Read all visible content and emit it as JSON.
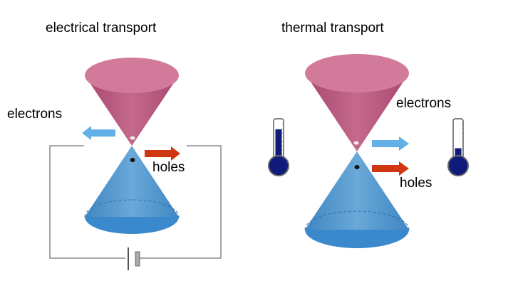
{
  "panels": {
    "electrical": {
      "title": "electrical transport",
      "electrons_label": "electrons",
      "holes_label": "holes"
    },
    "thermal": {
      "title": "thermal transport",
      "electrons_label": "electrons",
      "holes_label": "holes"
    }
  },
  "thermometers": {
    "hot_level": 0.78,
    "cold_level": 0.32
  },
  "colors": {
    "upper_cone": "#c86a8e",
    "upper_cone_rim": "#d77b9a",
    "lower_cone": "#4f96cf",
    "lower_cone_base": "#3a89cc",
    "electron_arrow": "#62b0e6",
    "hole_arrow": "#cf3712",
    "thermometer_fill": "#0f1a7a",
    "circuit_wire": "#777777"
  }
}
